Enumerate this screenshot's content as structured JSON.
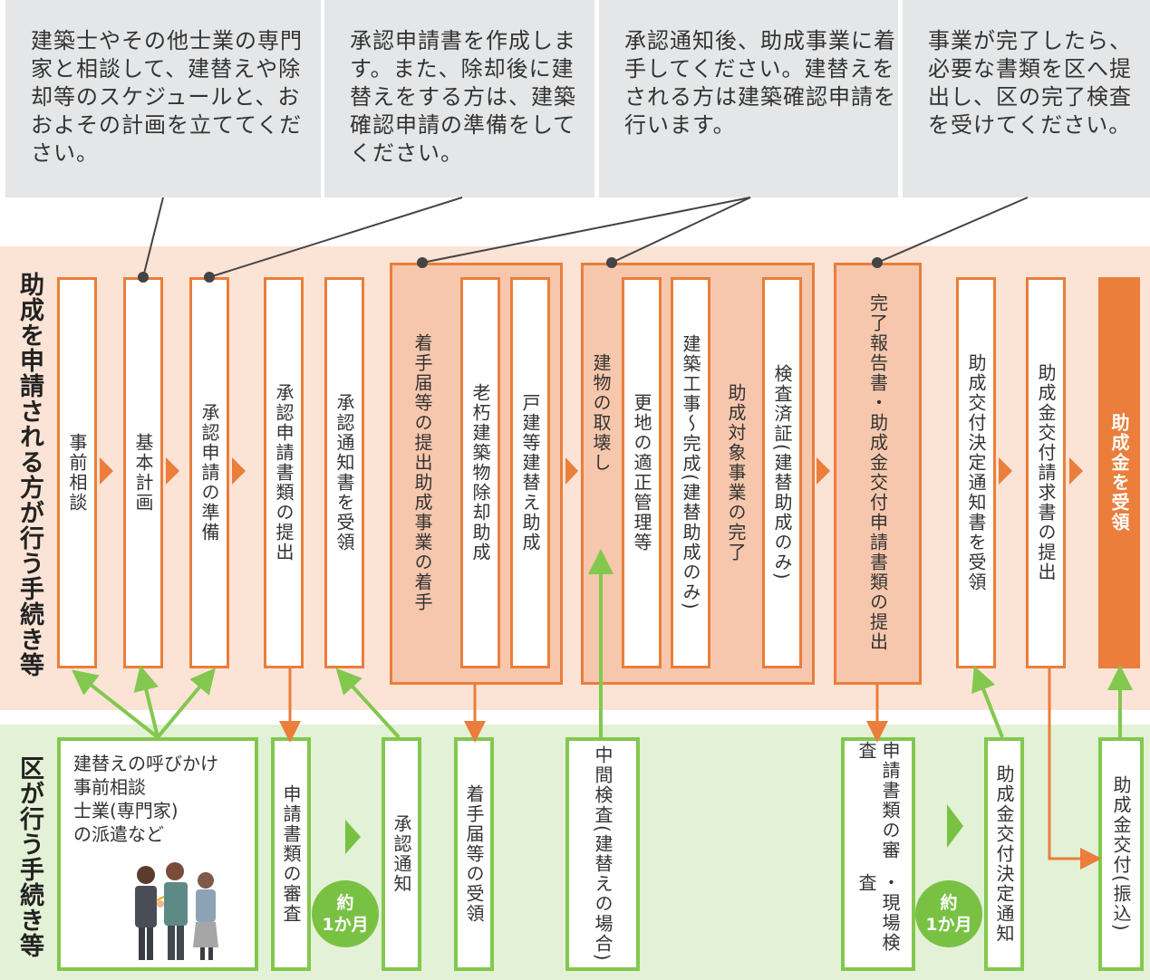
{
  "callouts": [
    "建築士やその他士業の専門家と相談して、建替えや除却等のスケジュールと、おおよその計画を立ててください。",
    "承認申請書を作成します。また、除却後に建替えをする方は、建築確認申請の準備をしてください。",
    "承認通知後、助成事業に着手してください。建替えをされる方は建築確認申請を行います。",
    "事業が完了したら、必要な書類を区へ提出し、区の完了検査を受けてください。"
  ],
  "applicant_band_label": "助成を申請される方が行う手続き等",
  "ward_band_label": "区が行う手続き等",
  "applicant_steps": {
    "consult": "事前相談",
    "basic_plan": "基本計画",
    "prep": "承認申請の準備",
    "submit_docs": "承認申請書類の提出",
    "receive_notice": "承認通知書を受領",
    "start_line1": "着手届等の提出",
    "start_line2": "助成事業の着手",
    "demolish_aged": "老朽建築物除却助成",
    "rebuild": "戸建等建替え助成",
    "demolition": "建物の取壊し",
    "site_mgmt": "更地の適正管理等",
    "construction": "建築工事〜完成(建替助成のみ)",
    "complete": "助成対象事業の完了",
    "inspection_cert": "検査済証(建替助成のみ)",
    "report_line1": "完了報告書・助成金交付",
    "report_line2": "申請書類の提出",
    "receive_decision": "助成交付決定通知書を受領",
    "request": "助成金交付請求書の提出",
    "receive_grant": "助成金を受領"
  },
  "ward_steps": {
    "support_lines": [
      "建替えの呼びかけ",
      "事前相談",
      "士業(専門家)",
      "の派遣など"
    ],
    "review": "申請書類の審査",
    "approval": "承認通知",
    "accept_start": "着手届等の受領",
    "mid_inspect_line1": "中間検査",
    "mid_inspect_line2": "(建替えの場合)",
    "final_review_line1": "申請書類の審査",
    "final_review_line2": "・現場検査",
    "grant_decision": "助成金交付決定通知",
    "grant_payment": "助成金交付(振込)"
  },
  "badge1": {
    "line1": "約",
    "line2": "1か月"
  },
  "badge2": {
    "line1": "約",
    "line2": "1か月"
  },
  "colors": {
    "orange": "#ea7e3a",
    "green": "#82c84e",
    "peach_band": "#fbe3d6",
    "green_band": "#e3f1d6",
    "callout_bg": "#e5e6e7"
  }
}
